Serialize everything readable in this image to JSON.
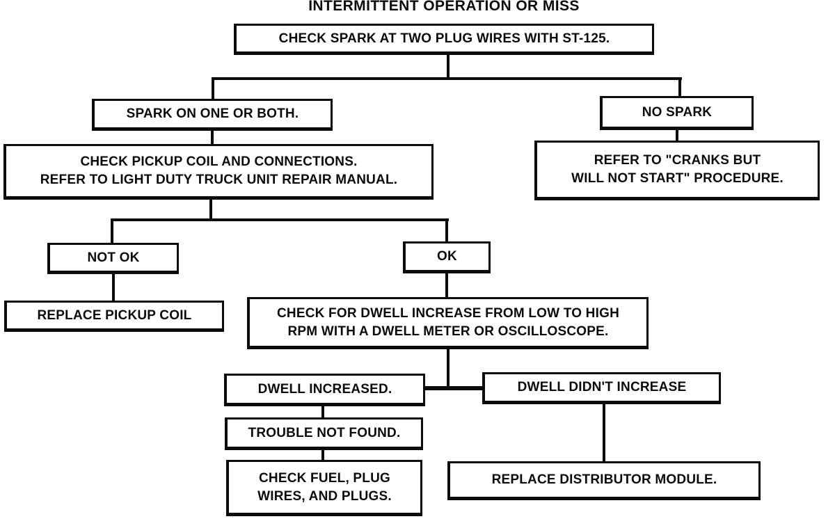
{
  "title": "INTERMITTENT OPERATION OR MISS",
  "colors": {
    "ink": "#0b0b0b",
    "paper": "#ffffff"
  },
  "flowchart": {
    "type": "troubleshooting-flowchart",
    "nodes": {
      "check_spark": {
        "label": "CHECK SPARK AT TWO PLUG WIRES WITH ST-125."
      },
      "spark_on_one_or_both": {
        "label": "SPARK ON ONE OR BOTH."
      },
      "no_spark": {
        "label": "NO SPARK"
      },
      "check_pickup_coil": {
        "label": "CHECK PICKUP COIL AND CONNECTIONS.\nREFER TO LIGHT DUTY TRUCK UNIT REPAIR MANUAL."
      },
      "refer_cranks": {
        "label": "REFER TO \"CRANKS BUT\nWILL NOT START\" PROCEDURE."
      },
      "not_ok": {
        "label": "NOT OK"
      },
      "ok": {
        "label": "OK"
      },
      "replace_pickup_coil": {
        "label": "REPLACE PICKUP COIL"
      },
      "check_dwell": {
        "label": "CHECK FOR DWELL INCREASE FROM LOW TO HIGH\nRPM WITH A DWELL METER OR OSCILLOSCOPE."
      },
      "dwell_increased": {
        "label": "DWELL INCREASED."
      },
      "dwell_didnt_increase": {
        "label": "DWELL DIDN'T INCREASE"
      },
      "trouble_not_found": {
        "label": "TROUBLE NOT FOUND."
      },
      "check_fuel": {
        "label": "CHECK FUEL, PLUG\nWIRES, AND PLUGS."
      },
      "replace_distributor": {
        "label": "REPLACE DISTRIBUTOR MODULE."
      }
    },
    "edges": [
      {
        "from": "check_spark",
        "to": "spark_on_one_or_both"
      },
      {
        "from": "check_spark",
        "to": "no_spark"
      },
      {
        "from": "spark_on_one_or_both",
        "to": "check_pickup_coil"
      },
      {
        "from": "no_spark",
        "to": "refer_cranks"
      },
      {
        "from": "check_pickup_coil",
        "to": "not_ok"
      },
      {
        "from": "check_pickup_coil",
        "to": "ok"
      },
      {
        "from": "not_ok",
        "to": "replace_pickup_coil"
      },
      {
        "from": "ok",
        "to": "check_dwell"
      },
      {
        "from": "check_dwell",
        "to": "dwell_increased"
      },
      {
        "from": "check_dwell",
        "to": "dwell_didnt_increase"
      },
      {
        "from": "dwell_increased",
        "to": "trouble_not_found"
      },
      {
        "from": "trouble_not_found",
        "to": "check_fuel"
      },
      {
        "from": "dwell_didnt_increase",
        "to": "replace_distributor"
      }
    ]
  }
}
